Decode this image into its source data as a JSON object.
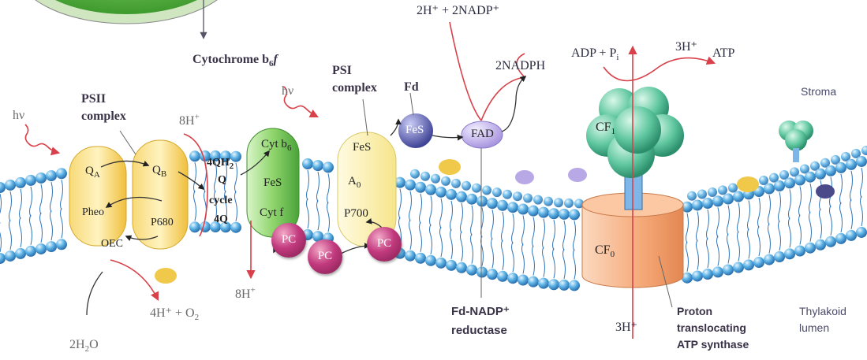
{
  "labels": {
    "cytochrome_b6f": "Cytochrome b",
    "cytochrome_sub": "6",
    "cytochrome_f": "f",
    "psii_line1": "PSII",
    "psii_line2": "complex",
    "psi_line1": "PSI",
    "psi_line2": "complex",
    "fd": "Fd",
    "hv": "hν",
    "h8_top": "8H",
    "h8_bottom": "8H",
    "qa": "Q",
    "qa_sub": "A",
    "qb": "Q",
    "qb_sub": "B",
    "pheo": "Pheo",
    "p680": "P680",
    "oec": "OEC",
    "q_cycle_1": "4QH",
    "q_cycle_1_sub": "2",
    "q_cycle_2": "Q",
    "q_cycle_3": "cycle",
    "q_cycle_4": "4Q",
    "cyt_b6": "Cyt b",
    "cyt_b6_sub": "6",
    "fes": "FeS",
    "cyt_f": "Cyt f",
    "pc": "PC",
    "psi_fes": "FeS",
    "a0": "A",
    "a0_sub": "0",
    "p700": "P700",
    "fd_fes": "FeS",
    "fad": "FAD",
    "nadp_in": "2H⁺ + 2NADP⁺",
    "nadph_out": "2NADPH",
    "reductase_1": "Fd-NADP⁺",
    "reductase_2": "reductase",
    "adp": "ADP  +  P",
    "adp_sub": "i",
    "h3_top": "3H⁺",
    "atp": "ATP",
    "stroma": "Stroma",
    "cf1": "CF",
    "cf1_sub": "1",
    "cf0": "CF",
    "cf0_sub": "0",
    "h3_bottom": "3H⁺",
    "proton_1": "Proton",
    "proton_2": "translocating",
    "proton_3": "ATP synthase",
    "thylakoid_1": "Thylakoid",
    "thylakoid_2": "lumen",
    "h4o2": "4H⁺ +  O",
    "h4o2_sub": "2",
    "h2o": "2H",
    "h2o_sub": "2",
    "h2o_tail": "O"
  },
  "colors": {
    "membrane_head": "#4fa8e0",
    "membrane_tail": "#2f74b8",
    "psii_yellow": "#f2c84b",
    "cytb6f_green": "#6fc04f",
    "psi_pale": "#fff7c0",
    "pc_magenta": "#b8306f",
    "fes_blue": "#5a5fb0",
    "fad_lilac": "#c6b8ee",
    "cf1_teal": "#4fbf9a",
    "cf0_salmon": "#f4a77a",
    "arrow_red": "#d8404a",
    "arrow_gray": "#555566",
    "chloroplast_green": "#6bc84a"
  }
}
